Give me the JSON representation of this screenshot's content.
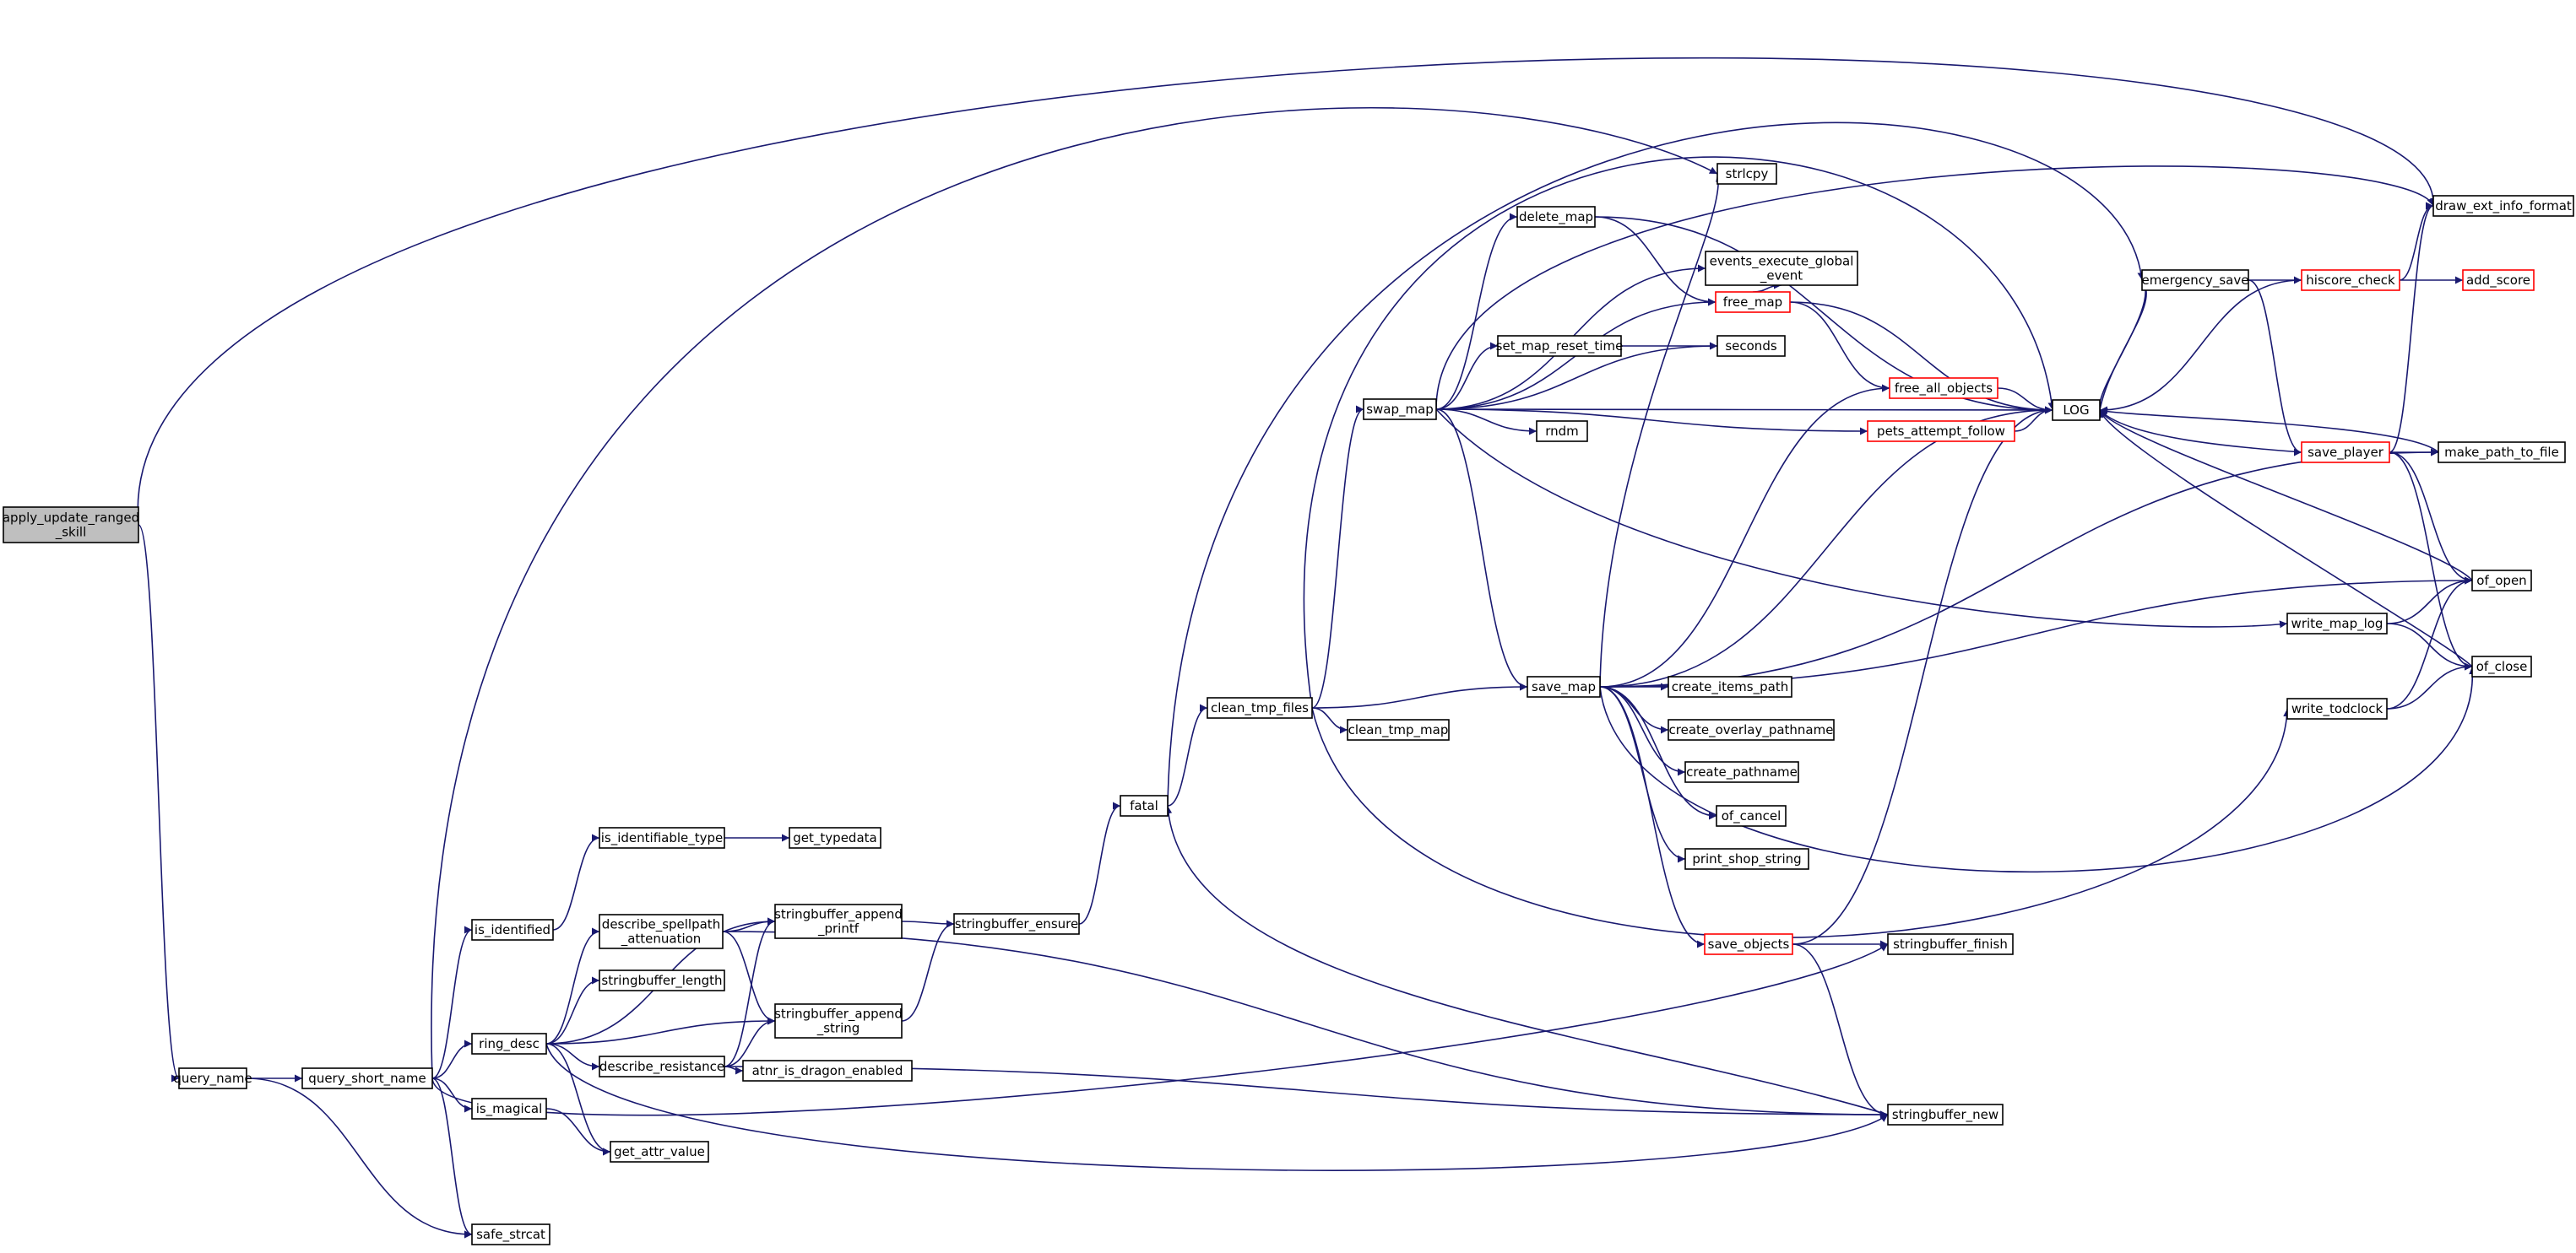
{
  "diagram": {
    "type": "call-graph",
    "colors": {
      "edge": "#191970",
      "node_border": "#000000",
      "truncated_node_border": "#ff0000",
      "root_fill": "#bfbfbf",
      "node_fill": "#ffffff"
    },
    "nodes": [
      {
        "id": "apply_update_ranged_skill",
        "lines": [
          "apply_update_ranged",
          "_skill"
        ],
        "root": true
      },
      {
        "id": "query_name",
        "lines": [
          "query_name"
        ]
      },
      {
        "id": "query_short_name",
        "lines": [
          "query_short_name"
        ]
      },
      {
        "id": "safe_strcat",
        "lines": [
          "safe_strcat"
        ]
      },
      {
        "id": "is_identified",
        "lines": [
          "is_identified"
        ]
      },
      {
        "id": "ring_desc",
        "lines": [
          "ring_desc"
        ]
      },
      {
        "id": "is_magical",
        "lines": [
          "is_magical"
        ]
      },
      {
        "id": "is_identifiable_type",
        "lines": [
          "is_identifiable_type"
        ]
      },
      {
        "id": "get_typedata",
        "lines": [
          "get_typedata"
        ]
      },
      {
        "id": "describe_spellpath_attenuation",
        "lines": [
          "describe_spellpath",
          "_attenuation"
        ]
      },
      {
        "id": "stringbuffer_length",
        "lines": [
          "stringbuffer_length"
        ]
      },
      {
        "id": "describe_resistance",
        "lines": [
          "describe_resistance"
        ]
      },
      {
        "id": "get_attr_value",
        "lines": [
          "get_attr_value"
        ]
      },
      {
        "id": "stringbuffer_append_printf",
        "lines": [
          "stringbuffer_append",
          "_printf"
        ]
      },
      {
        "id": "stringbuffer_append_string",
        "lines": [
          "stringbuffer_append",
          "_string"
        ]
      },
      {
        "id": "atnr_is_dragon_enabled",
        "lines": [
          "atnr_is_dragon_enabled"
        ]
      },
      {
        "id": "stringbuffer_ensure",
        "lines": [
          "stringbuffer_ensure"
        ]
      },
      {
        "id": "fatal",
        "lines": [
          "fatal"
        ]
      },
      {
        "id": "clean_tmp_files",
        "lines": [
          "clean_tmp_files"
        ]
      },
      {
        "id": "clean_tmp_map",
        "lines": [
          "clean_tmp_map"
        ]
      },
      {
        "id": "swap_map",
        "lines": [
          "swap_map"
        ]
      },
      {
        "id": "save_map",
        "lines": [
          "save_map"
        ]
      },
      {
        "id": "delete_map",
        "lines": [
          "delete_map"
        ]
      },
      {
        "id": "set_map_reset_time",
        "lines": [
          "set_map_reset_time"
        ]
      },
      {
        "id": "rndm",
        "lines": [
          "rndm"
        ]
      },
      {
        "id": "strlcpy",
        "lines": [
          "strlcpy"
        ]
      },
      {
        "id": "events_execute_global_event",
        "lines": [
          "events_execute_global",
          "_event"
        ]
      },
      {
        "id": "free_map",
        "lines": [
          "free_map"
        ],
        "truncated": true
      },
      {
        "id": "seconds",
        "lines": [
          "seconds"
        ]
      },
      {
        "id": "free_all_objects",
        "lines": [
          "free_all_objects"
        ],
        "truncated": true
      },
      {
        "id": "pets_attempt_follow",
        "lines": [
          "pets_attempt_follow"
        ],
        "truncated": true
      },
      {
        "id": "create_items_path",
        "lines": [
          "create_items_path"
        ]
      },
      {
        "id": "create_overlay_pathname",
        "lines": [
          "create_overlay_pathname"
        ]
      },
      {
        "id": "create_pathname",
        "lines": [
          "create_pathname"
        ]
      },
      {
        "id": "of_cancel",
        "lines": [
          "of_cancel"
        ]
      },
      {
        "id": "print_shop_string",
        "lines": [
          "print_shop_string"
        ]
      },
      {
        "id": "save_objects",
        "lines": [
          "save_objects"
        ],
        "truncated": true
      },
      {
        "id": "stringbuffer_finish",
        "lines": [
          "stringbuffer_finish"
        ]
      },
      {
        "id": "stringbuffer_new",
        "lines": [
          "stringbuffer_new"
        ]
      },
      {
        "id": "LOG",
        "lines": [
          "LOG"
        ]
      },
      {
        "id": "emergency_save",
        "lines": [
          "emergency_save"
        ]
      },
      {
        "id": "hiscore_check",
        "lines": [
          "hiscore_check"
        ],
        "truncated": true
      },
      {
        "id": "save_player",
        "lines": [
          "save_player"
        ],
        "truncated": true
      },
      {
        "id": "add_score",
        "lines": [
          "add_score"
        ],
        "truncated": true
      },
      {
        "id": "write_map_log",
        "lines": [
          "write_map_log"
        ]
      },
      {
        "id": "write_todclock",
        "lines": [
          "write_todclock"
        ]
      },
      {
        "id": "draw_ext_info_format",
        "lines": [
          "draw_ext_info_format"
        ]
      },
      {
        "id": "make_path_to_file",
        "lines": [
          "make_path_to_file"
        ]
      },
      {
        "id": "of_open",
        "lines": [
          "of_open"
        ]
      },
      {
        "id": "of_close",
        "lines": [
          "of_close"
        ]
      }
    ],
    "edges": [
      [
        "apply_update_ranged_skill",
        "query_name"
      ],
      [
        "apply_update_ranged_skill",
        "draw_ext_info_format"
      ],
      [
        "query_name",
        "query_short_name"
      ],
      [
        "query_name",
        "safe_strcat"
      ],
      [
        "query_short_name",
        "safe_strcat"
      ],
      [
        "query_short_name",
        "is_identified"
      ],
      [
        "query_short_name",
        "ring_desc"
      ],
      [
        "query_short_name",
        "is_magical"
      ],
      [
        "query_short_name",
        "strlcpy"
      ],
      [
        "query_short_name",
        "stringbuffer_finish"
      ],
      [
        "is_identified",
        "is_identifiable_type"
      ],
      [
        "is_identifiable_type",
        "get_typedata"
      ],
      [
        "is_magical",
        "get_attr_value"
      ],
      [
        "ring_desc",
        "describe_spellpath_attenuation"
      ],
      [
        "ring_desc",
        "stringbuffer_length"
      ],
      [
        "ring_desc",
        "describe_resistance"
      ],
      [
        "ring_desc",
        "stringbuffer_append_printf"
      ],
      [
        "ring_desc",
        "stringbuffer_append_string"
      ],
      [
        "ring_desc",
        "get_attr_value"
      ],
      [
        "ring_desc",
        "stringbuffer_new"
      ],
      [
        "describe_spellpath_attenuation",
        "stringbuffer_append_printf"
      ],
      [
        "describe_spellpath_attenuation",
        "stringbuffer_append_string"
      ],
      [
        "describe_spellpath_attenuation",
        "stringbuffer_new"
      ],
      [
        "describe_resistance",
        "stringbuffer_append_printf"
      ],
      [
        "describe_resistance",
        "stringbuffer_append_string"
      ],
      [
        "describe_resistance",
        "atnr_is_dragon_enabled"
      ],
      [
        "describe_resistance",
        "stringbuffer_new"
      ],
      [
        "stringbuffer_append_printf",
        "stringbuffer_ensure"
      ],
      [
        "stringbuffer_append_string",
        "stringbuffer_ensure"
      ],
      [
        "stringbuffer_ensure",
        "fatal"
      ],
      [
        "fatal",
        "clean_tmp_files"
      ],
      [
        "fatal",
        "emergency_save"
      ],
      [
        "clean_tmp_files",
        "clean_tmp_map"
      ],
      [
        "clean_tmp_files",
        "swap_map"
      ],
      [
        "clean_tmp_files",
        "save_map"
      ],
      [
        "clean_tmp_files",
        "write_todclock"
      ],
      [
        "clean_tmp_files",
        "LOG"
      ],
      [
        "swap_map",
        "delete_map"
      ],
      [
        "swap_map",
        "set_map_reset_time"
      ],
      [
        "swap_map",
        "rndm"
      ],
      [
        "swap_map",
        "events_execute_global_event"
      ],
      [
        "swap_map",
        "free_map"
      ],
      [
        "swap_map",
        "seconds"
      ],
      [
        "swap_map",
        "pets_attempt_follow"
      ],
      [
        "swap_map",
        "save_map"
      ],
      [
        "swap_map",
        "LOG"
      ],
      [
        "swap_map",
        "write_map_log"
      ],
      [
        "swap_map",
        "draw_ext_info_format"
      ],
      [
        "delete_map",
        "free_map"
      ],
      [
        "delete_map",
        "LOG"
      ],
      [
        "set_map_reset_time",
        "seconds"
      ],
      [
        "free_map",
        "events_execute_global_event"
      ],
      [
        "free_map",
        "free_all_objects"
      ],
      [
        "free_map",
        "LOG"
      ],
      [
        "free_all_objects",
        "LOG"
      ],
      [
        "pets_attempt_follow",
        "LOG"
      ],
      [
        "save_map",
        "create_items_path"
      ],
      [
        "save_map",
        "create_overlay_pathname"
      ],
      [
        "save_map",
        "create_pathname"
      ],
      [
        "save_map",
        "of_cancel"
      ],
      [
        "save_map",
        "print_shop_string"
      ],
      [
        "save_map",
        "save_objects"
      ],
      [
        "save_map",
        "strlcpy"
      ],
      [
        "save_map",
        "free_all_objects"
      ],
      [
        "save_map",
        "LOG"
      ],
      [
        "save_map",
        "make_path_to_file"
      ],
      [
        "save_map",
        "of_open"
      ],
      [
        "save_map",
        "of_close"
      ],
      [
        "save_objects",
        "stringbuffer_finish"
      ],
      [
        "save_objects",
        "stringbuffer_new"
      ],
      [
        "save_objects",
        "LOG"
      ],
      [
        "stringbuffer_new",
        "fatal"
      ],
      [
        "LOG",
        "emergency_save"
      ],
      [
        "emergency_save",
        "LOG"
      ],
      [
        "emergency_save",
        "hiscore_check"
      ],
      [
        "emergency_save",
        "save_player"
      ],
      [
        "hiscore_check",
        "add_score"
      ],
      [
        "hiscore_check",
        "draw_ext_info_format"
      ],
      [
        "hiscore_check",
        "LOG"
      ],
      [
        "save_player",
        "LOG"
      ],
      [
        "save_player",
        "make_path_to_file"
      ],
      [
        "save_player",
        "of_open"
      ],
      [
        "save_player",
        "of_close"
      ],
      [
        "save_player",
        "draw_ext_info_format"
      ],
      [
        "make_path_to_file",
        "LOG"
      ],
      [
        "of_open",
        "LOG"
      ],
      [
        "of_close",
        "LOG"
      ],
      [
        "write_map_log",
        "of_open"
      ],
      [
        "write_map_log",
        "of_close"
      ],
      [
        "write_todclock",
        "of_open"
      ],
      [
        "write_todclock",
        "of_close"
      ]
    ]
  }
}
